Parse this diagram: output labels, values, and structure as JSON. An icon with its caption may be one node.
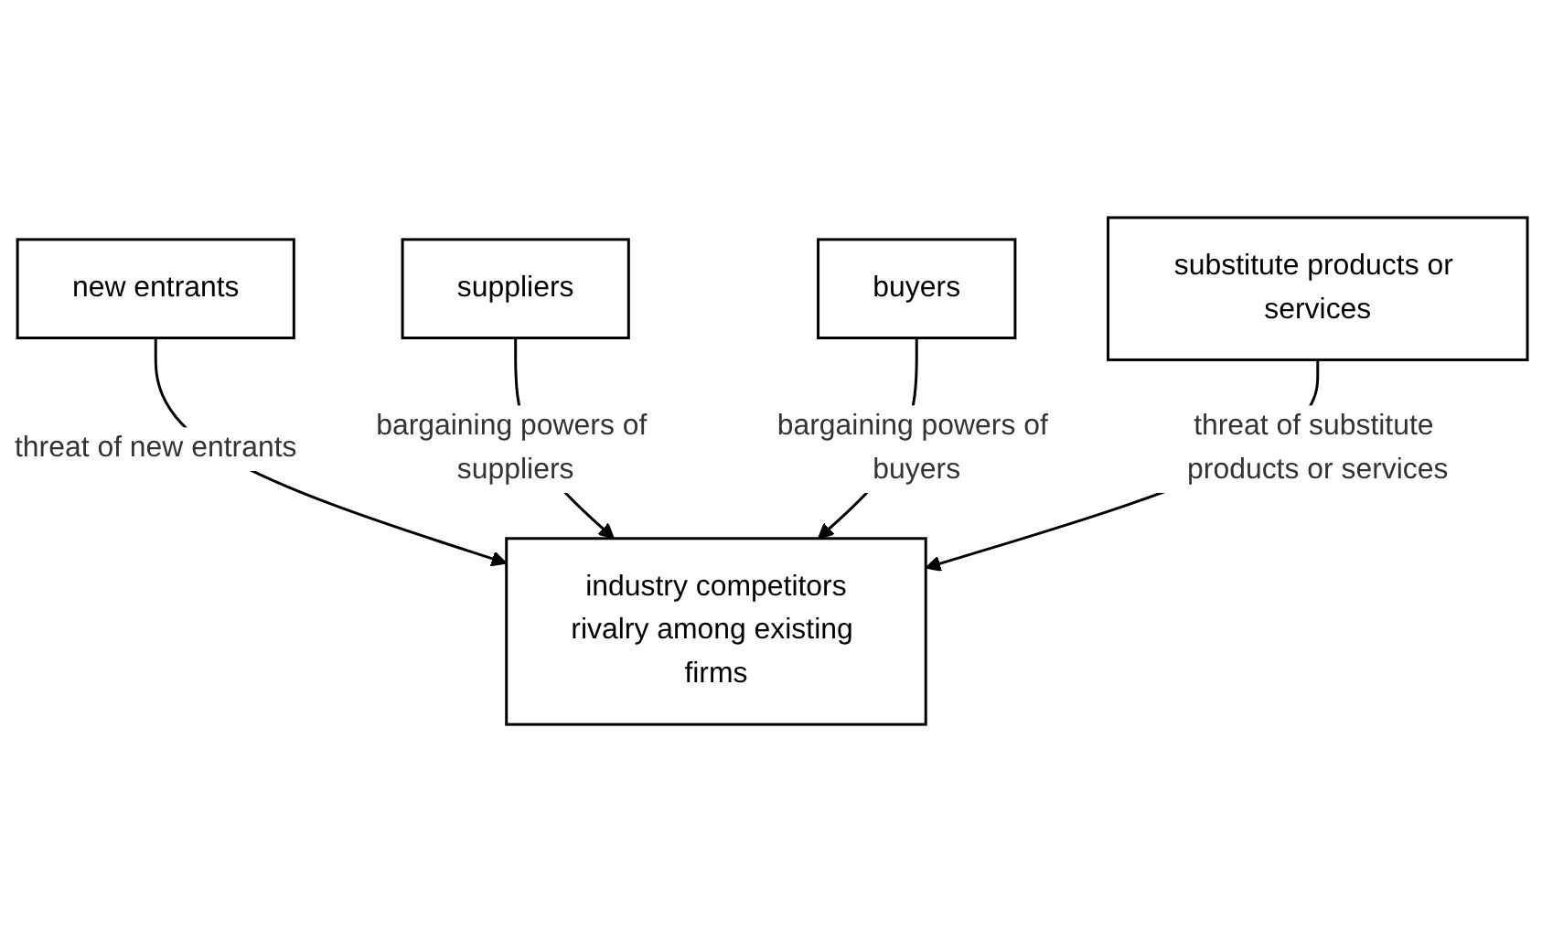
{
  "diagram": {
    "nodes": [
      {
        "text": [
          "new entrants"
        ]
      },
      {
        "text": [
          "suppliers"
        ]
      },
      {
        "text": [
          "industry competitors",
          "rivalry among existing firms"
        ]
      },
      {
        "text": [
          "buyers"
        ]
      },
      {
        "text": [
          "substitute products or services"
        ]
      }
    ],
    "edges": [
      {
        "from": 0,
        "to": 2,
        "arrow": "to",
        "label": "threat of new entrants"
      },
      {
        "from": 1,
        "to": 2,
        "arrow": "to",
        "label": "bargaining powers of suppliers"
      },
      {
        "from": 3,
        "to": 2,
        "arrow": "to",
        "label": "bargaining powers of buyers"
      },
      {
        "from": 4,
        "to": 2,
        "arrow": "to",
        "label": "threat of substitute products or services"
      }
    ]
  }
}
